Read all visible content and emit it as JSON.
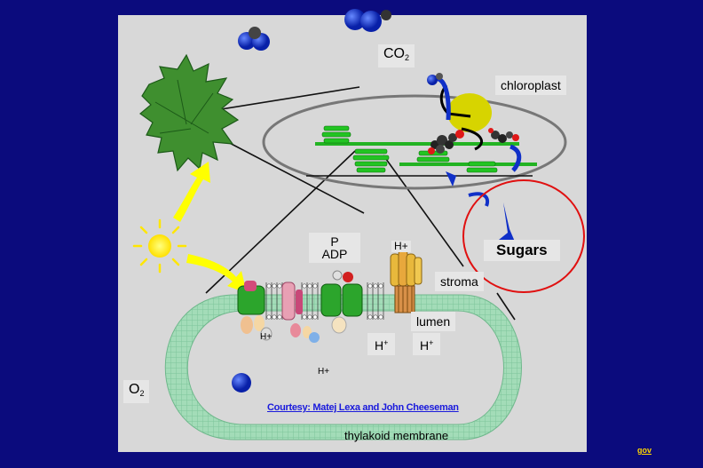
{
  "labels": {
    "co2_main": "CO",
    "co2_sub": "2",
    "chloroplast": "chloroplast",
    "p": "P",
    "adp": "ADP",
    "h_top": "H+",
    "stroma": "stroma",
    "sugars": "Sugars",
    "lumen": "lumen",
    "h_lumen_1_main": "H",
    "h_lumen_1_sup": "+",
    "h_lumen_2_main": "H",
    "h_lumen_2_sup": "+",
    "h_small_1": "H+",
    "h_small_2": "H+",
    "o2_main": "O",
    "o2_sub": "2",
    "thylakoid_membrane": "thylakoid membrane"
  },
  "credit": "Courtesy: Matej Lexa and John Cheeseman",
  "corner_link": "gov",
  "colors": {
    "background": "#0b0b7d",
    "panel": "#d8d8d8",
    "membrane": "#9fd8b4",
    "leaf": "#3f8f2f",
    "sun": "#ffee00",
    "arrow_yellow": "#ffff00",
    "molecule_blue": "#1030c8",
    "sugars_circle": "#e01010",
    "link": "#1a1adc"
  },
  "icons": [
    "leaf-icon",
    "sun-icon",
    "co2-molecule-icon",
    "o2-molecule-icon",
    "chloroplast-outline",
    "atp-synthase-icon"
  ]
}
